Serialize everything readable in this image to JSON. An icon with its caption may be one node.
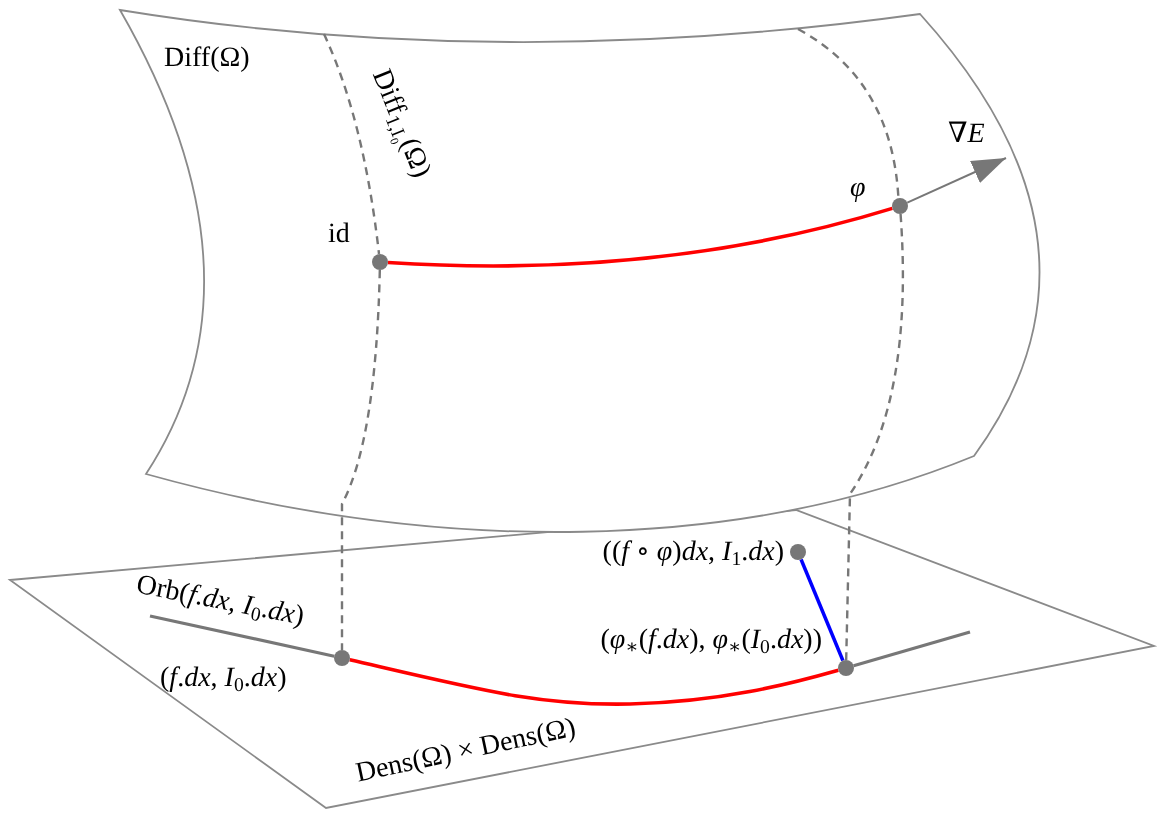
{
  "diagram": {
    "nodes": [
      {
        "text": [
          "Diff(Ω)"
        ]
      },
      {
        "text": [],
        "shape": "circle",
        "in": 0,
        "beside": [
          "id"
        ]
      },
      {
        "text": [],
        "shape": "circle",
        "in": 0,
        "beside": [
          "φ"
        ]
      },
      {
        "text": [
          "Dens(Ω) × Dens(Ω)"
        ]
      },
      {
        "text": [],
        "shape": "circle",
        "in": 3,
        "beside": [
          "((*f* ∘ *φ*)*dx*, *I*$_{1}$.*dx*)"
        ]
      },
      {
        "text": [],
        "shape": "circle",
        "in": 3,
        "beside": [
          "(*f*.*dx*, *I*$_{0}$.*dx*)"
        ]
      },
      {
        "text": [],
        "shape": "circle",
        "in": 3,
        "beside": [
          "(*φ*$_{∗}$(*f*.*dx*), *φ*$_{∗}$(*I*$_{0}$.*dx*))"
        ]
      }
    ],
    "edges": [
      {
        "from": 1,
        "to": 2,
        "arrow": "none",
        "color": "#ff0000"
      },
      {
        "from": 1,
        "to": 5,
        "arrow": "none",
        "style": "dashed",
        "color": "#777777"
      },
      {
        "from": 2,
        "to": 6,
        "arrow": "none",
        "style": "dashed",
        "color": "#777777"
      },
      {
        "from": 5,
        "to": 6,
        "arrow": "none",
        "color": "#ff0000"
      },
      {
        "from": 4,
        "to": 6,
        "arrow": "none",
        "color": "#0000ff"
      },
      {
        "from": 2,
        "to": null,
        "arrow": "to",
        "label": "∇*E*",
        "color": "#777777"
      }
    ],
    "labels": [
      "Diff$_{1,I₀}$(Ω)",
      "Orb(*f*.*dx*, *I*$_{0}$.*dx*)"
    ]
  }
}
